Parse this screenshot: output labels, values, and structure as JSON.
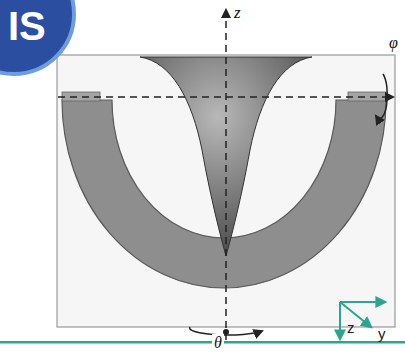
{
  "diagram": {
    "labels": [
      "IS",
      "z",
      "φ",
      "θ",
      "z",
      "y"
    ]
  }
}
